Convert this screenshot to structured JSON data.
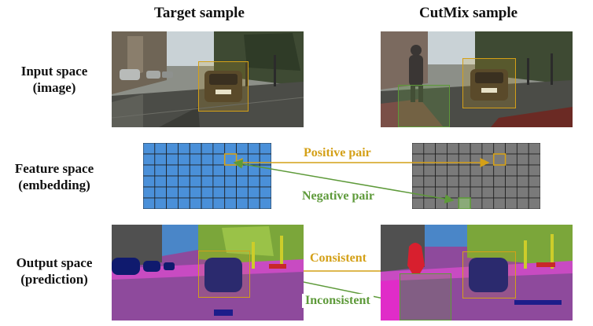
{
  "columns": {
    "target": "Target sample",
    "cutmix": "CutMix sample"
  },
  "rows": {
    "input": {
      "line1": "Input space",
      "line2": "(image)"
    },
    "feature": {
      "line1": "Feature space",
      "line2": "(embedding)"
    },
    "output": {
      "line1": "Output space",
      "line2": "(prediction)"
    }
  },
  "labels": {
    "positive": "Positive pair",
    "negative": "Negative pair",
    "consistent": "Consistent",
    "inconsistent": "Inconsistent"
  },
  "colors": {
    "gold": "#D4A017",
    "green": "#5E9A3A",
    "target_grid": "#4A90D9",
    "cutmix_grid": "#7A7A7A"
  },
  "grid": {
    "columns": 11,
    "rows": 6
  }
}
